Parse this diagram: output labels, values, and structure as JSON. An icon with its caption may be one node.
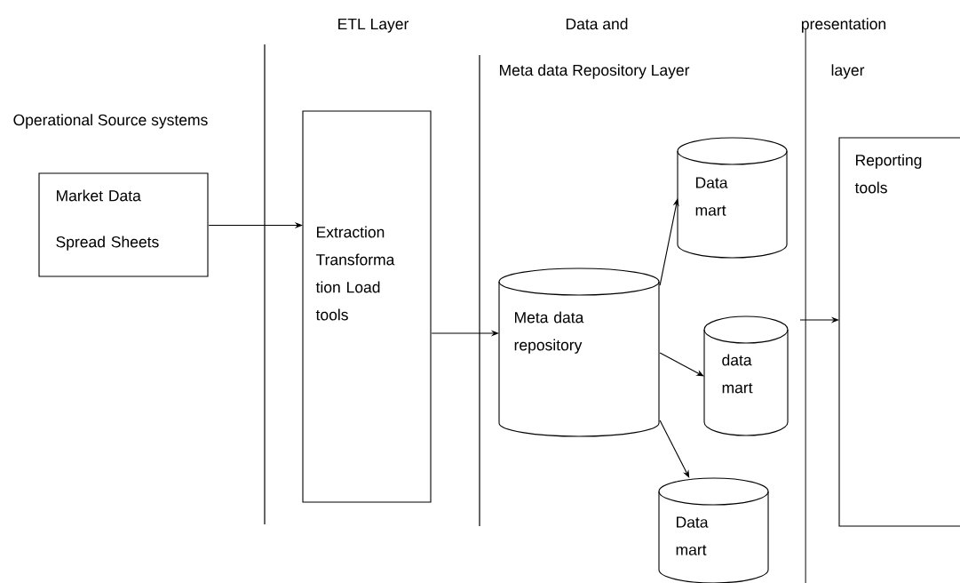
{
  "diagram": {
    "nodes": [
      {
        "text": [
          "Market Data",
          "Spread Sheets"
        ]
      },
      {
        "text": [
          "Extraction Transforma tion Load tools"
        ]
      },
      {
        "text": [
          "Meta data repository"
        ]
      },
      {
        "text": [
          "Data mart"
        ]
      },
      {
        "text": [
          "data mart"
        ]
      },
      {
        "text": [
          "Data mart"
        ]
      },
      {
        "text": [
          "Reporting tools"
        ]
      }
    ],
    "edges": [
      {
        "from": 0,
        "to": 1,
        "arrow": "to"
      },
      {
        "from": 1,
        "to": 2,
        "arrow": "to"
      },
      {
        "from": 2,
        "to": 3,
        "arrow": "to"
      },
      {
        "from": 2,
        "to": 4,
        "arrow": "to"
      },
      {
        "from": 2,
        "to": 5,
        "arrow": "to"
      },
      {
        "from": null,
        "to": 6,
        "arrow": "to"
      }
    ],
    "labels": [
      "ETL Layer",
      "Data and",
      "presentation",
      "Meta data Repository Layer",
      "layer",
      "Operational Source systems"
    ]
  }
}
